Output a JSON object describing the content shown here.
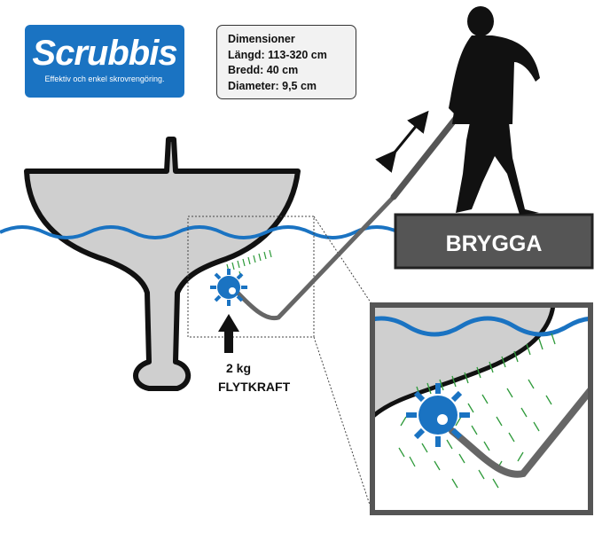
{
  "logo": {
    "brand": "Scrubbis",
    "tagline": "Effektiv och enkel skrovrengöring."
  },
  "dimensions": {
    "heading": "Dimensioner",
    "length": "Längd: 113-320 cm",
    "width": "Bredd: 40 cm",
    "diameter": "Diameter: 9,5 cm"
  },
  "dock": {
    "label": "BRYGGA"
  },
  "buoyancy": {
    "weight": "2 kg",
    "label": "FLYTKRAFT"
  },
  "colors": {
    "brand_blue": "#1a73c2",
    "hull_gray": "#cfcfcf",
    "water_blue": "#1a73c2",
    "algae_green": "#2e9a3a",
    "dock_gray": "#555555",
    "silhouette": "#111111"
  },
  "icons": [
    "brush-head-icon",
    "arrow-up-icon",
    "double-arrow-icon",
    "person-silhouette-icon"
  ]
}
